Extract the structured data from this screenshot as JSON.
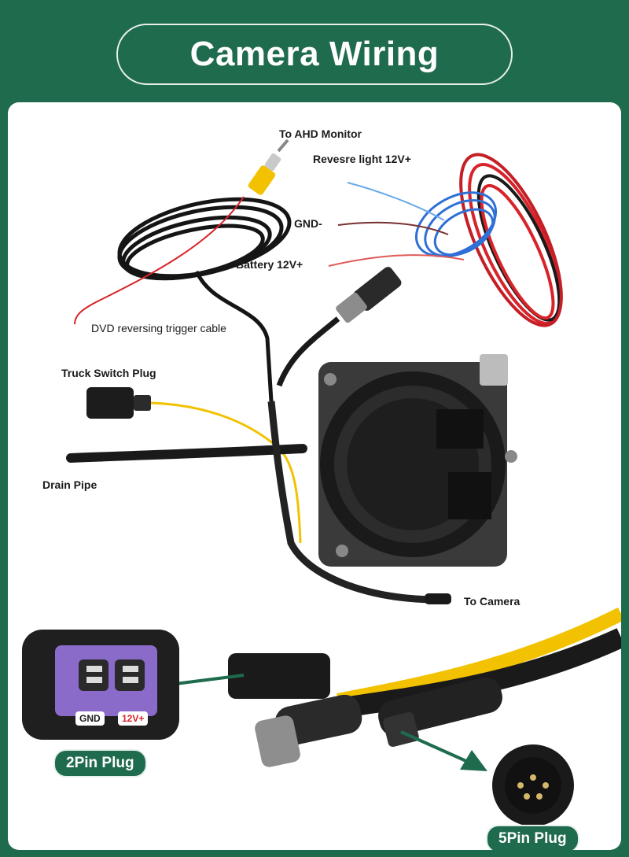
{
  "header": {
    "title": "Camera Wiring"
  },
  "labels": {
    "ahd_monitor": "To AHD Monitor",
    "reverse_light": "Revesre light 12V+",
    "gnd": "GND-",
    "battery": "Battery 12V+",
    "dvd_trigger": "DVD reversing trigger cable",
    "truck_switch": "Truck Switch Plug",
    "drain_pipe": "Drain Pipe",
    "to_camera": "To Camera"
  },
  "plugs": {
    "two_pin": {
      "label": "2Pin Plug",
      "gnd_tag": "GND",
      "v12_tag": "12V+"
    },
    "five_pin": {
      "label": "5Pin Plug"
    }
  },
  "colors": {
    "brand_green": "#1f6b4e",
    "wire_red": "#d8232a",
    "wire_blue": "#2f6fd6",
    "wire_yellow": "#f2c200",
    "plug_purple": "#8a6bc9"
  }
}
